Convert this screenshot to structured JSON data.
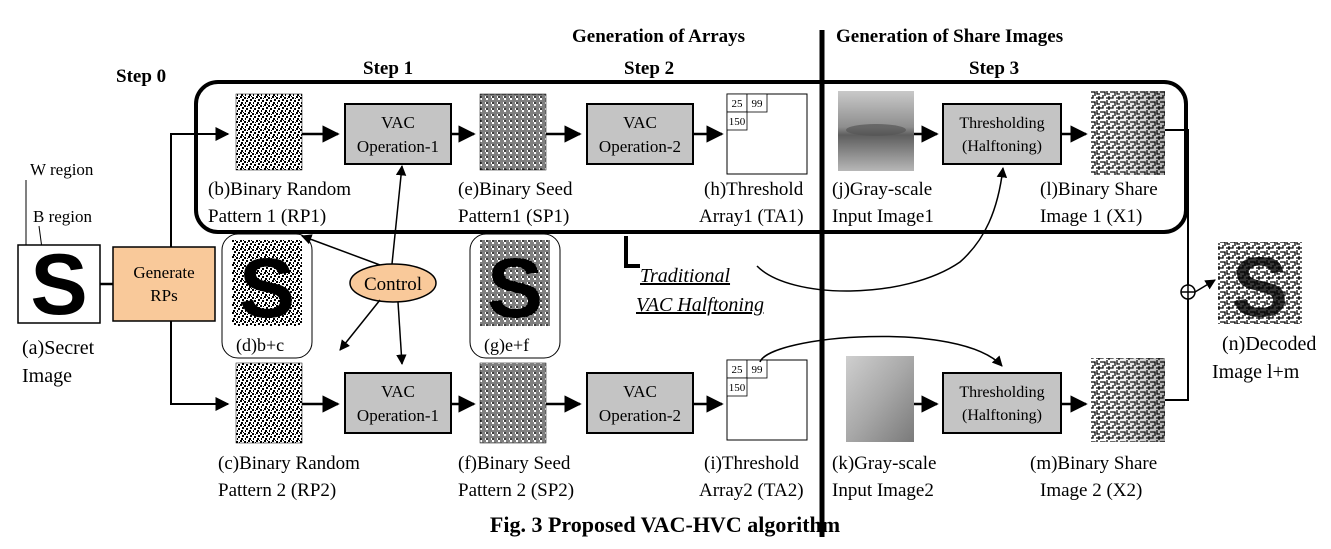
{
  "headings": {
    "generation_of_arrays": "Generation of Arrays",
    "generation_of_shares": "Generation of Share Images",
    "step0": "Step 0",
    "step1": "Step 1",
    "step2": "Step 2",
    "step3": "Step 3"
  },
  "secret": {
    "w_region": "W region",
    "b_region": "B region",
    "letter": "S",
    "caption_1": "(a)Secret",
    "caption_2": "Image"
  },
  "boxes": {
    "generate_rps_1": "Generate",
    "generate_rps_2": "RPs",
    "vac_1_line1": "VAC",
    "vac_1_line2": "Operation-1",
    "vac_2_line1": "VAC",
    "vac_2_line2": "Operation-2",
    "vac_3_line1": "VAC",
    "vac_3_line2": "Operation-1",
    "vac_4_line1": "VAC",
    "vac_4_line2": "Operation-2",
    "thresh_1_line1": "Thresholding",
    "thresh_1_line2": "(Halftoning)",
    "thresh_2_line1": "Thresholding",
    "thresh_2_line2": "(Halftoning)",
    "control": "Control"
  },
  "threshold_values": {
    "a": "25",
    "b": "99",
    "c": "150"
  },
  "captions": {
    "b1": "(b)Binary Random",
    "b2": "Pattern 1 (RP1)",
    "e1": "(e)Binary Seed",
    "e2": "Pattern1 (SP1)",
    "h1": "(h)Threshold",
    "h2": "Array1 (TA1)",
    "j1": "(j)Gray-scale",
    "j2": "Input Image1",
    "l1": "(l)Binary Share",
    "l2": "Image 1 (X1)",
    "c1": "(c)Binary Random",
    "c2": "Pattern 2 (RP2)",
    "f1": "(f)Binary Seed",
    "f2": "Pattern 2 (SP2)",
    "i1": "(i)Threshold",
    "i2": "Array2 (TA2)",
    "k1": "(k)Gray-scale",
    "k2": "Input Image2",
    "m1": "(m)Binary Share",
    "m2": "Image 2 (X2)",
    "d": "(d)b+c",
    "g": "(g)e+f",
    "n1": "(n)Decoded",
    "n2": "Image  l+m",
    "traditional_1": "Traditional",
    "traditional_2": "VAC Halftoning"
  },
  "figure_caption": "Fig. 3 Proposed VAC-HVC algorithm",
  "colors": {
    "box_gray": "#c4c4c4",
    "generate_fill": "#f9c99a",
    "control_fill": "#f9c99a",
    "line": "#000000"
  }
}
